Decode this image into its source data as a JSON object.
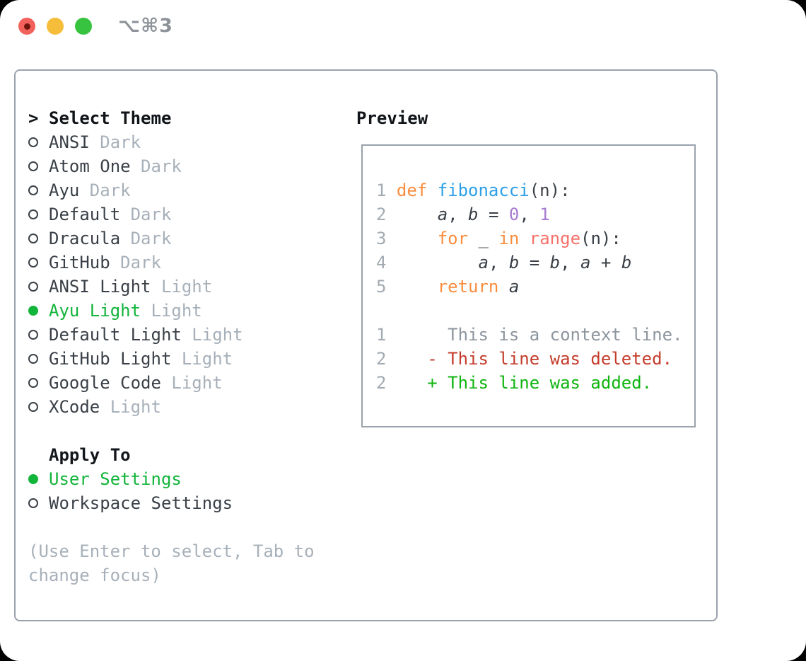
{
  "window": {
    "title": "⌥⌘3",
    "traffic_lights": [
      {
        "name": "close",
        "color": "#f2615c"
      },
      {
        "name": "minimize",
        "color": "#f5bd3a"
      },
      {
        "name": "zoom",
        "color": "#37c33f"
      }
    ]
  },
  "theme_picker": {
    "header_prefix": ">",
    "header": "Select Theme",
    "items": [
      {
        "name": "ANSI",
        "variant": "Dark",
        "selected": false
      },
      {
        "name": "Atom One",
        "variant": "Dark",
        "selected": false
      },
      {
        "name": "Ayu",
        "variant": "Dark",
        "selected": false
      },
      {
        "name": "Default",
        "variant": "Dark",
        "selected": false
      },
      {
        "name": "Dracula",
        "variant": "Dark",
        "selected": false
      },
      {
        "name": "GitHub",
        "variant": "Dark",
        "selected": false
      },
      {
        "name": "ANSI Light",
        "variant": "Light",
        "selected": false
      },
      {
        "name": "Ayu Light",
        "variant": "Light",
        "selected": true
      },
      {
        "name": "Default Light",
        "variant": "Light",
        "selected": false
      },
      {
        "name": "GitHub Light",
        "variant": "Light",
        "selected": false
      },
      {
        "name": "Google Code",
        "variant": "Light",
        "selected": false
      },
      {
        "name": "XCode",
        "variant": "Light",
        "selected": false
      }
    ],
    "apply_to": {
      "header": "Apply To",
      "options": [
        {
          "label": "User Settings",
          "selected": true
        },
        {
          "label": "Workspace Settings",
          "selected": false
        }
      ]
    },
    "hint": "(Use Enter to select, Tab to change focus)"
  },
  "preview": {
    "title": "Preview",
    "lines": [
      {
        "num": "1",
        "segs": [
          {
            "t": "def ",
            "c": "kw"
          },
          {
            "t": "fibonacci",
            "c": "fn"
          },
          {
            "t": "(n):",
            "c": "pln"
          }
        ]
      },
      {
        "num": "2",
        "segs": [
          {
            "t": "    ",
            "c": "pln"
          },
          {
            "t": "a",
            "c": "var"
          },
          {
            "t": ", ",
            "c": "pln"
          },
          {
            "t": "b",
            "c": "var"
          },
          {
            "t": " = ",
            "c": "pln"
          },
          {
            "t": "0",
            "c": "num"
          },
          {
            "t": ", ",
            "c": "pln"
          },
          {
            "t": "1",
            "c": "num"
          }
        ]
      },
      {
        "num": "3",
        "segs": [
          {
            "t": "    ",
            "c": "pln"
          },
          {
            "t": "for",
            "c": "kw"
          },
          {
            "t": " _ ",
            "c": "pln"
          },
          {
            "t": "in",
            "c": "kw"
          },
          {
            "t": " ",
            "c": "pln"
          },
          {
            "t": "range",
            "c": "call"
          },
          {
            "t": "(n):",
            "c": "pln"
          }
        ]
      },
      {
        "num": "4",
        "segs": [
          {
            "t": "        ",
            "c": "pln"
          },
          {
            "t": "a",
            "c": "var"
          },
          {
            "t": ", ",
            "c": "pln"
          },
          {
            "t": "b",
            "c": "var"
          },
          {
            "t": " = ",
            "c": "pln"
          },
          {
            "t": "b",
            "c": "var"
          },
          {
            "t": ", ",
            "c": "pln"
          },
          {
            "t": "a",
            "c": "var"
          },
          {
            "t": " + ",
            "c": "pln"
          },
          {
            "t": "b",
            "c": "var"
          }
        ]
      },
      {
        "num": "5",
        "segs": [
          {
            "t": "    ",
            "c": "pln"
          },
          {
            "t": "return",
            "c": "kw"
          },
          {
            "t": " ",
            "c": "pln"
          },
          {
            "t": "a",
            "c": "var"
          }
        ]
      },
      {
        "num": "",
        "segs": []
      },
      {
        "num": "1",
        "segs": [
          {
            "t": "     This is a context line.",
            "c": "ctx"
          }
        ]
      },
      {
        "num": "2",
        "segs": [
          {
            "t": "   - This line was deleted.",
            "c": "del"
          }
        ]
      },
      {
        "num": "2",
        "segs": [
          {
            "t": "   + This line was added.",
            "c": "add"
          }
        ]
      }
    ]
  },
  "colors": {
    "accent_green": "#12b43a",
    "keyword_orange": "#fa8d3e",
    "function_blue": "#2d9fe8",
    "builtin_coral": "#f7716a",
    "number_purple": "#a67bd0",
    "diff_deleted_red": "#c43c2b",
    "diff_added_green": "#0fb50f",
    "muted_gray": "#a7b0b9",
    "text_dark": "#3a4047",
    "border_gray": "#9aa2ac"
  }
}
